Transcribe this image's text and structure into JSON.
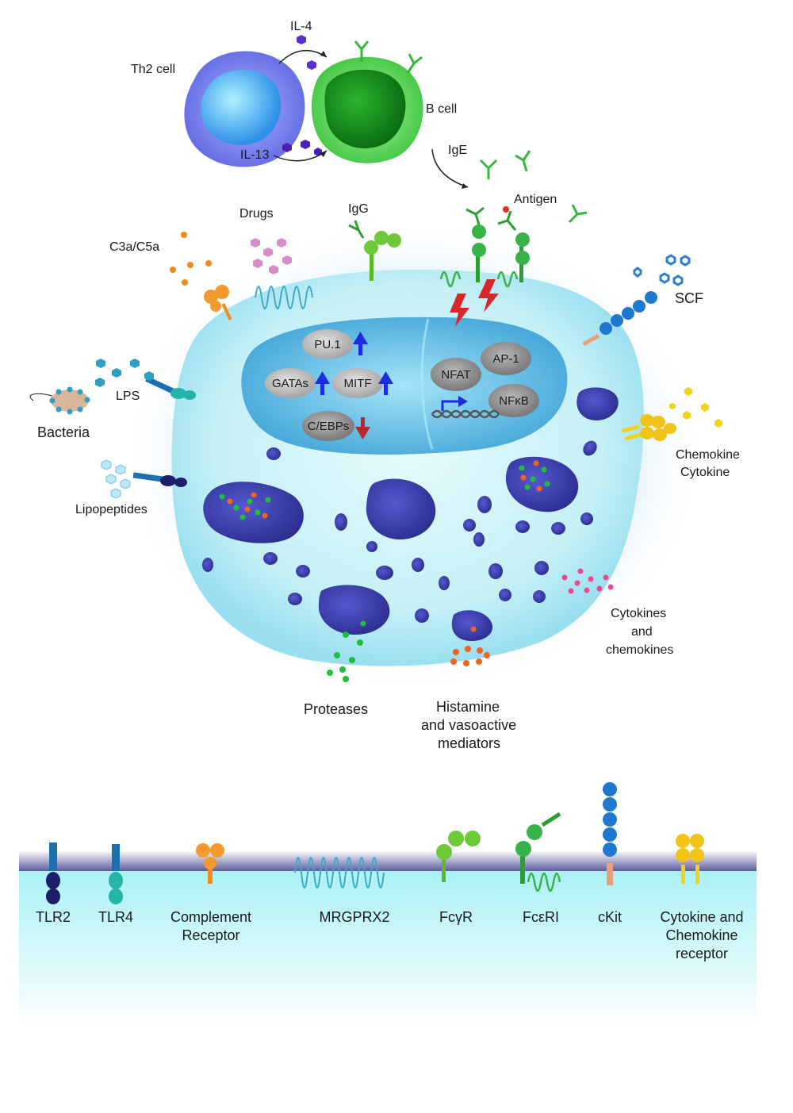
{
  "colors": {
    "mast_cell": "#c8f2f7",
    "nucleus": "#2f9fd6",
    "granule": "#3b3fae",
    "th2_cell": "#6f7cf0",
    "b_cell": "#5fd35a",
    "membrane": "#6b6aa6",
    "activation_bolt": "#d8262a",
    "up_arrow": "#1a2ee0",
    "down_arrow": "#c0242a"
  },
  "top": {
    "th2_cell": "Th2 cell",
    "b_cell": "B cell",
    "il4": "IL-4",
    "il13": "IL-13",
    "ige": "IgE",
    "antigen": "Antigen"
  },
  "stimuli": {
    "drugs": "Drugs",
    "igg": "IgG",
    "c3a_c5a": "C3a/C5a",
    "scf": "SCF",
    "lps": "LPS",
    "bacteria": "Bacteria",
    "chemokine_cytokine": [
      "Chemokine",
      "Cytokine"
    ],
    "lipopeptides": "Lipopeptides"
  },
  "transcription_factors": {
    "pu1": "PU.1",
    "gatas": "GATAs",
    "mitf": "MITF",
    "cebps": "C/EBPs",
    "nfat": "NFAT",
    "ap1": "AP-1",
    "nfkb": "NFκB"
  },
  "mediators": {
    "cytokines_chemokines": [
      "Cytokines",
      "and",
      "chemokines"
    ],
    "proteases": "Proteases",
    "histamine": [
      "Histamine",
      "and vasoactive",
      "mediators"
    ]
  },
  "legend": {
    "tlr2": "TLR2",
    "tlr4": "TLR4",
    "complement": [
      "Complement",
      "Receptor"
    ],
    "mrgprx2": "MRGPRX2",
    "fcgr": "FcγR",
    "fcer": "FcεRI",
    "ckit": "cKit",
    "cytokine_receptor": [
      "Cytokine and",
      "Chemokine",
      "receptor"
    ]
  }
}
